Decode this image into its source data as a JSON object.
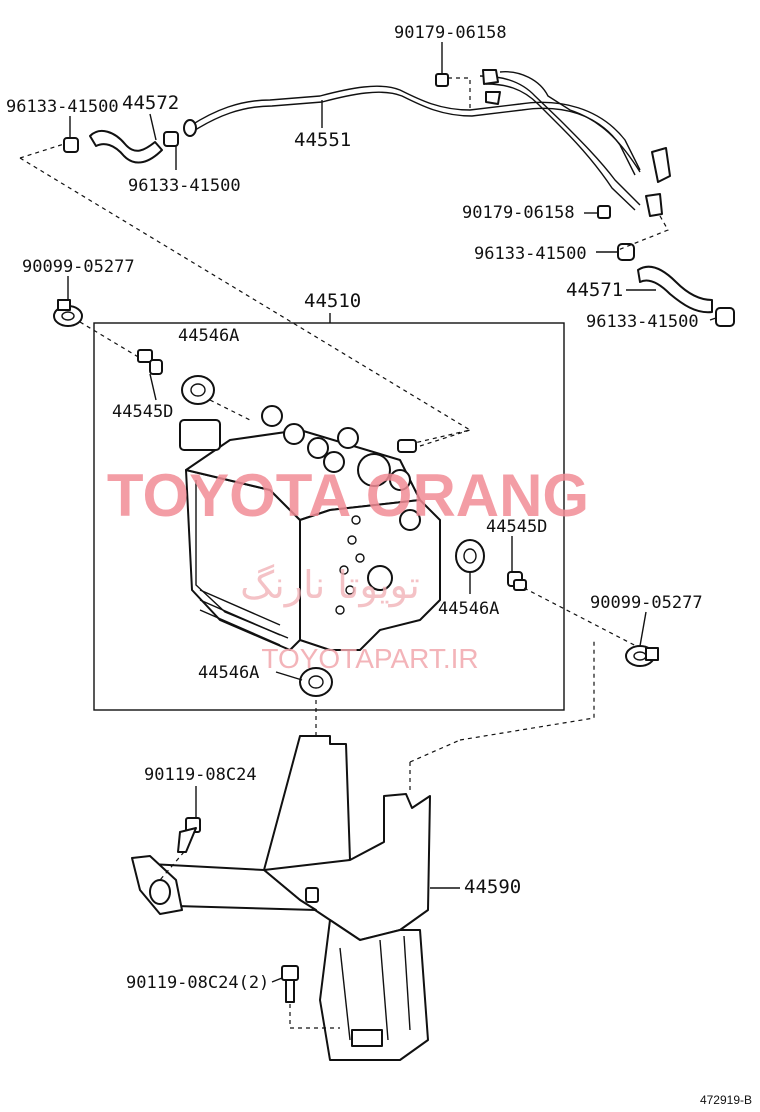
{
  "labels": {
    "p90179_top": "90179-06158",
    "p96133_left_a": "96133-41500",
    "p44572": "44572",
    "p44551": "44551",
    "p96133_left_b": "96133-41500",
    "p90179_right": "90179-06158",
    "p96133_right_a": "96133-41500",
    "p44571": "44571",
    "p96133_right_b": "96133-41500",
    "p90099_left": "90099-05277",
    "p44510": "44510",
    "p44546A_top": "44546A",
    "p44545D_left": "44545D",
    "p44545D_right": "44545D",
    "p44546A_right": "44546A",
    "p90099_right": "90099-05277",
    "p44546A_bottom": "44546A",
    "p90119_a": "90119-08C24",
    "p44590": "44590",
    "p90119_b": "90119-08C24(2)"
  },
  "watermark": {
    "main": "TOYOTA ORANG",
    "persian": "تویوتا نارنگ",
    "url": "TOYOTAPART.IR"
  },
  "diagram_ref": "472919-B"
}
